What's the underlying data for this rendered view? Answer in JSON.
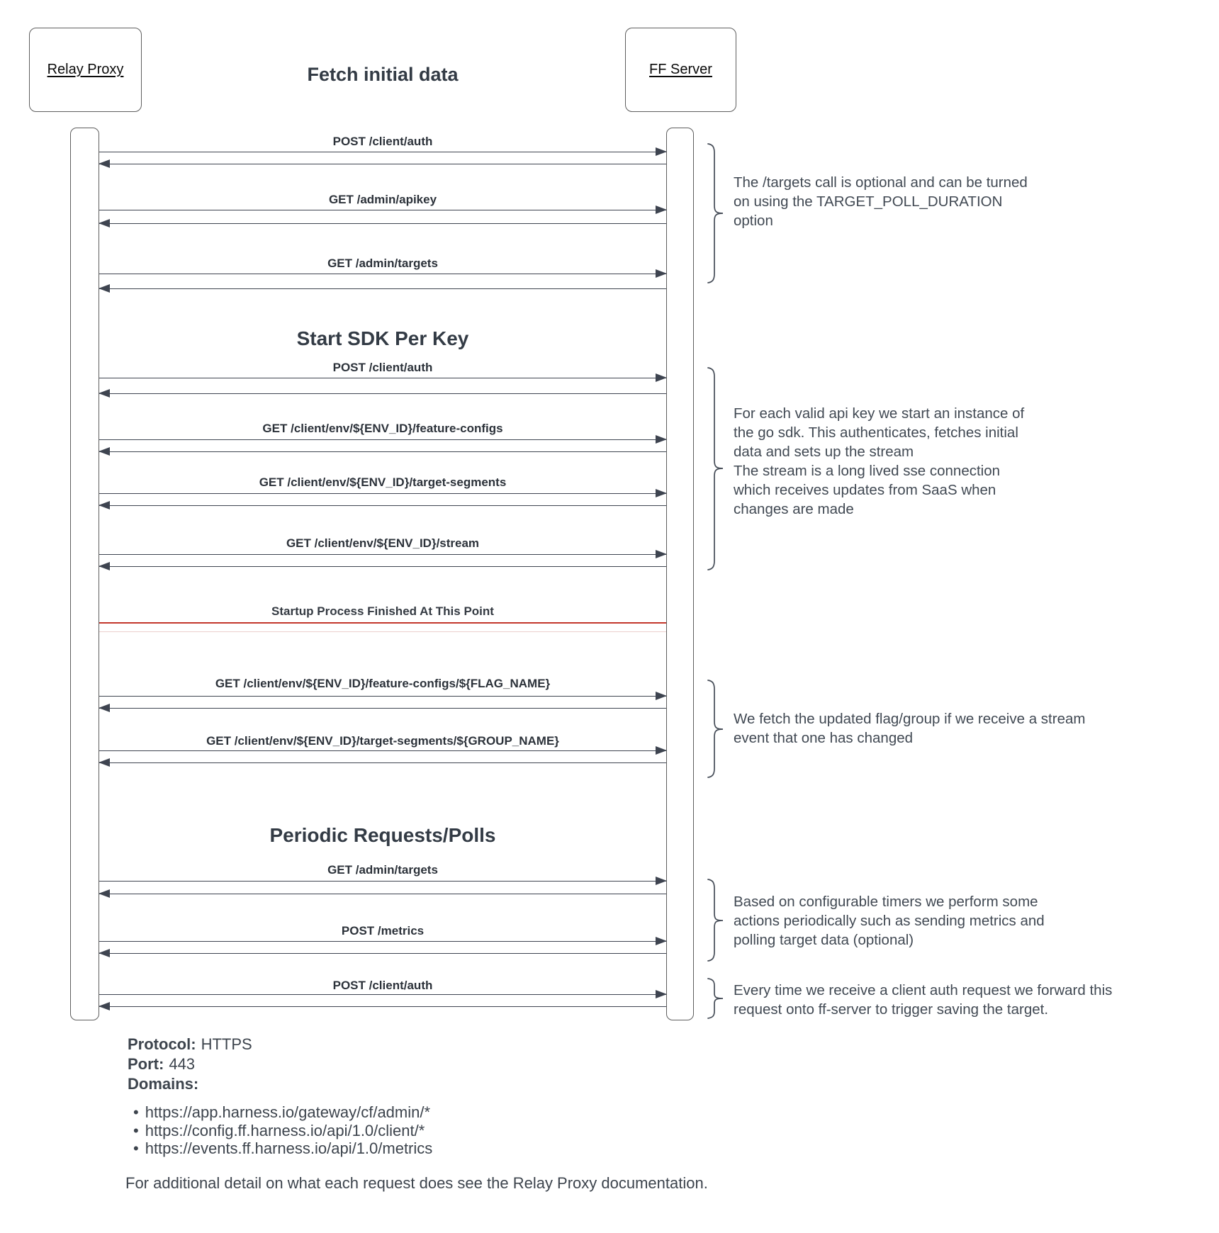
{
  "title": "Fetch initial data",
  "actors": [
    {
      "label": "Relay Proxy"
    },
    {
      "label": "FF Server"
    }
  ],
  "sections": [
    {
      "label": "Start SDK Per Key"
    },
    {
      "label": "Periodic Requests/Polls"
    }
  ],
  "messages": [
    {
      "label": "POST /client/auth"
    },
    {
      "label": "GET /admin/apikey"
    },
    {
      "label": "GET /admin/targets"
    },
    {
      "label": "POST /client/auth"
    },
    {
      "label": "GET /client/env/${ENV_ID}/feature-configs"
    },
    {
      "label": "GET /client/env/${ENV_ID}/target-segments"
    },
    {
      "label": "GET /client/env/${ENV_ID}/stream"
    },
    {
      "label": "GET /client/env/${ENV_ID}/feature-configs/${FLAG_NAME}"
    },
    {
      "label": "GET /client/env/${ENV_ID}/target-segments/${GROUP_NAME}"
    },
    {
      "label": "GET /admin/targets"
    },
    {
      "label": "POST /metrics"
    },
    {
      "label": "POST /client/auth"
    }
  ],
  "separator": {
    "label": "Startup Process Finished At This Point"
  },
  "annotations": [
    {
      "text": "The /targets call is optional and can be turned\non using the TARGET_POLL_DURATION\noption"
    },
    {
      "text": "For each valid api key we start an instance of\nthe go sdk. This authenticates, fetches initial\ndata and sets up the stream\nThe stream is a long lived sse connection\nwhich receives updates from SaaS when\nchanges are made"
    },
    {
      "text": "We fetch the updated flag/group if we receive a stream\nevent that one has changed"
    },
    {
      "text": "Based on configurable timers we perform some\nactions periodically such as sending metrics and\npolling target data (optional)"
    },
    {
      "text": "Every time we receive a client auth request we forward this\nrequest onto ff-server to trigger saving the target."
    }
  ],
  "info": {
    "protocol_label": "Protocol:",
    "protocol_value": "HTTPS",
    "port_label": "Port:",
    "port_value": "443",
    "domains_label": "Domains:",
    "bullet": "•",
    "domains": [
      "https://app.harness.io/gateway/cf/admin/*",
      "https://config.ff.harness.io/api/1.0/client/*",
      "https://events.ff.harness.io/api/1.0/metrics"
    ]
  },
  "footer_note": "For additional detail on what each request does see the Relay Proxy documentation.",
  "colors": {
    "accent_red": "#c3362b",
    "stroke": "#3e4450",
    "border_gray": "#5e5e5e"
  }
}
